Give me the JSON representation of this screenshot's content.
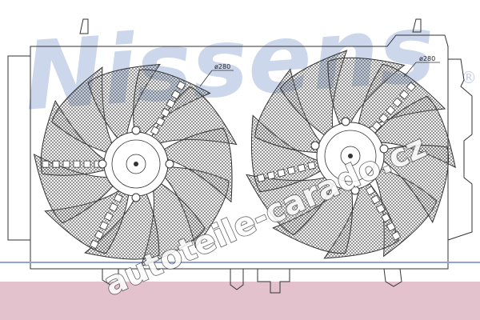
{
  "drawing": {
    "fans": [
      {
        "id": "left",
        "diameter_label": "ø280",
        "blade_count": 11
      },
      {
        "id": "right",
        "diameter_label": "ø280",
        "blade_count": 11
      }
    ]
  },
  "watermarks": {
    "brand": "Nissens",
    "registered_mark": "®",
    "site": "autoteile-carado.cz"
  },
  "colors": {
    "line": "#333333",
    "hatch": "#5a5a5a",
    "brand_watermark": "#c7d3ea",
    "pink_band": "#e3c2cd",
    "blue_line": "#8fa3d8"
  }
}
